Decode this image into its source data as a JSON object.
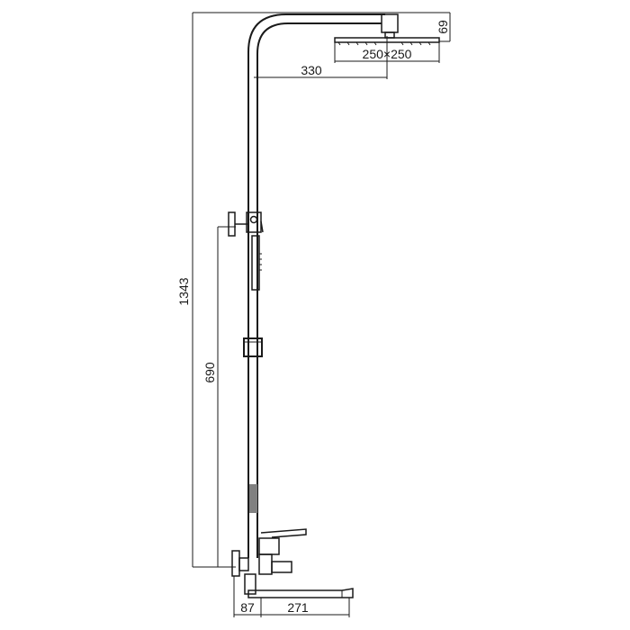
{
  "dimensions": {
    "overall_height": "1343",
    "handshower_height": "690",
    "arm_reach": "330",
    "head_size": "250×250",
    "head_thickness": "69",
    "mixer_offset": "87",
    "spout_length": "271"
  },
  "colors": {
    "line": "#1a1a1a",
    "accent_fill": "#808080",
    "background": "#ffffff"
  }
}
